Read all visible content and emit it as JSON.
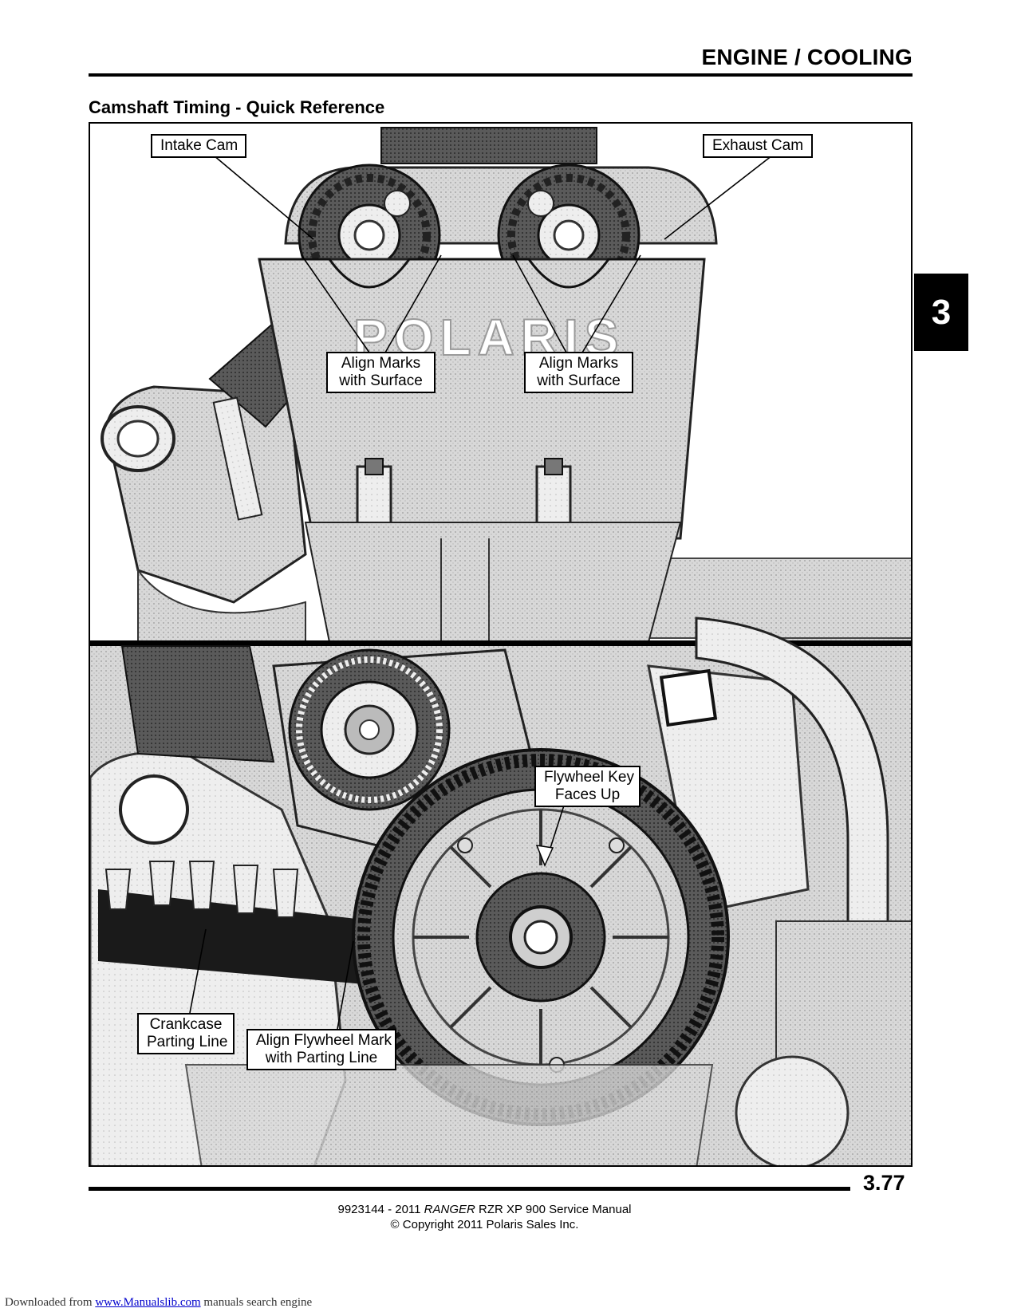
{
  "header": {
    "section": "ENGINE / COOLING"
  },
  "section_title": "Camshaft Timing - Quick Reference",
  "chapter_tab": "3",
  "callouts": {
    "intake_cam": "Intake Cam",
    "exhaust_cam": "Exhaust Cam",
    "align_left": {
      "line1": "Align Marks",
      "line2": "with Surface"
    },
    "align_right": {
      "line1": "Align Marks",
      "line2": "with Surface"
    },
    "flywheel_key": {
      "line1": "Flywheel Key",
      "line2": "Faces Up"
    },
    "crankcase": {
      "line1": "Crankcase",
      "line2": "Parting Line"
    },
    "flywheel_mark": {
      "line1": "Align Flywheel Mark",
      "line2": "with Parting Line"
    }
  },
  "engine_logo": "POLARIS",
  "footer": {
    "page_number": "3.77",
    "manual_prefix": "9923144 - 2011 ",
    "manual_italic": "RANGER",
    "manual_suffix": " RZR XP 900 Service Manual",
    "copyright": "© Copyright 2011 Polaris Sales Inc."
  },
  "download": {
    "prefix": "Downloaded from ",
    "link": "www.Manualslib.com",
    "suffix": "  manuals search engine"
  },
  "icons": [
    "camshaft-gear-icon",
    "flywheel-icon",
    "engine-block-illustration"
  ],
  "colors": {
    "ink": "#000000",
    "paper": "#ffffff",
    "link": "#0000cc"
  }
}
